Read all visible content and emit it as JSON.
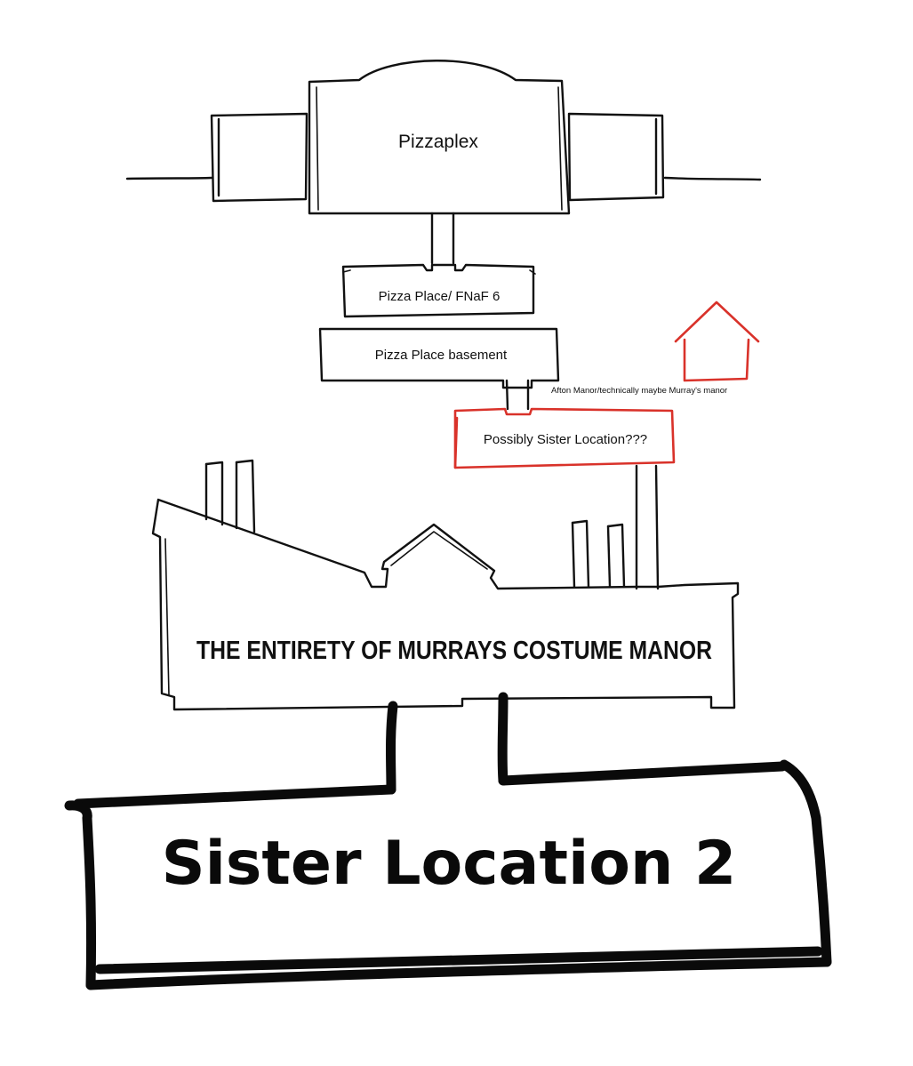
{
  "nodes": {
    "pizzaplex": "Pizzaplex",
    "pizza_place": "Pizza Place/ FNaF 6",
    "pizza_place_basement": "Pizza Place basement",
    "afton_manor": "Afton Manor/technically maybe Murray's manor",
    "sister_location": "Possibly Sister Location???",
    "costume_manor": "THE ENTIRETY OF MURRAYS COSTUME MANOR",
    "sister_location_2": "Sister Location 2"
  },
  "colors": {
    "ink": "#111111",
    "highlight": "#d9322a",
    "background": "#ffffff"
  }
}
